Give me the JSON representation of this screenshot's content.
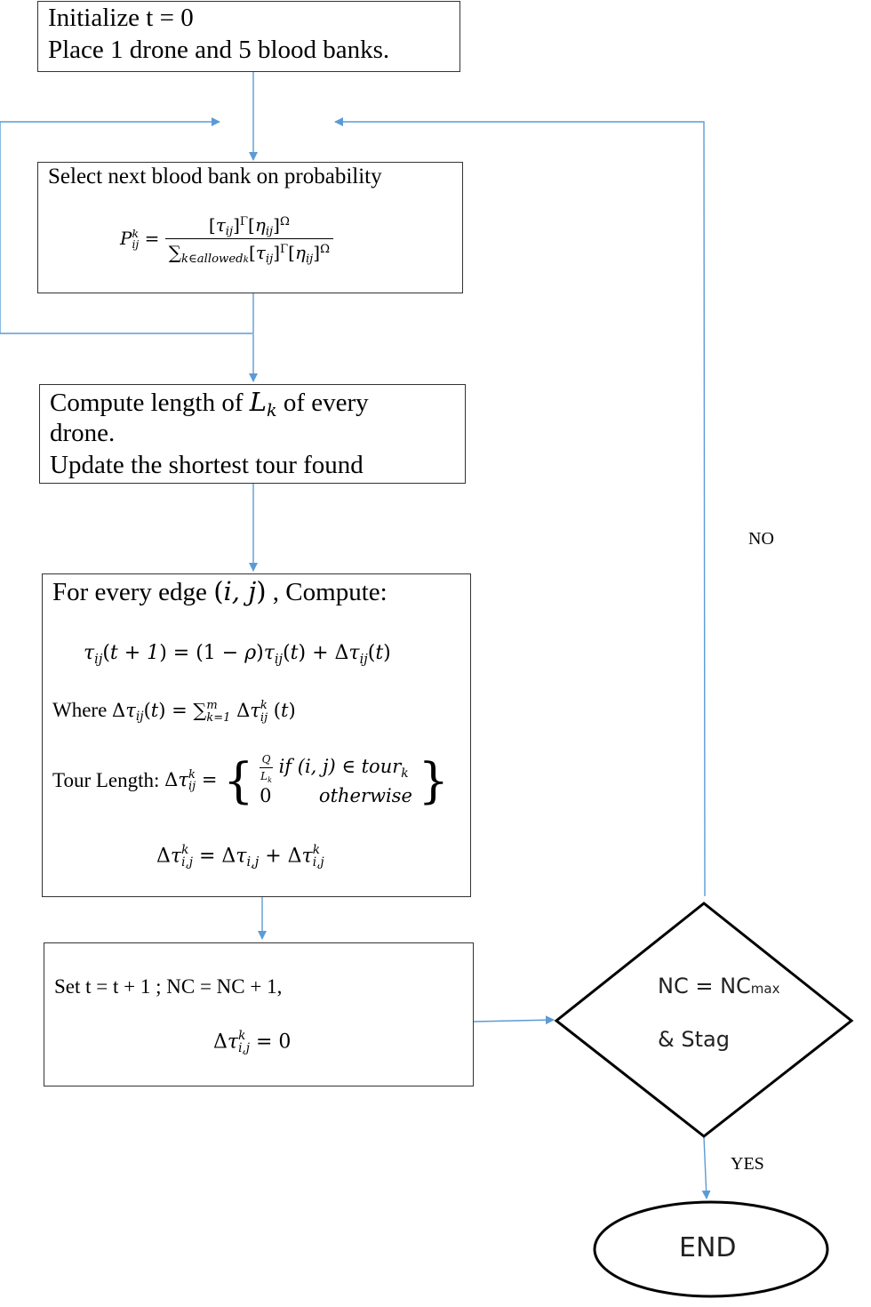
{
  "nodes": {
    "init": {
      "line1": "Initialize t = 0",
      "line2": "Place 1 drone and 5 blood banks."
    },
    "select": {
      "title": "Select next blood bank on probability"
    },
    "compute_length": {
      "line1_pre": "Compute length of ",
      "line1_post": " of every",
      "line2": "drone.",
      "line3": "Update the shortest tour found"
    },
    "update": {
      "title_pre": "For every edge ",
      "title_post": " , Compute:",
      "where_label": "Where",
      "tour_label": "Tour Length:",
      "case1_cond": "if (i, j) ∈ tour",
      "case2_cond": "otherwise"
    },
    "set": {
      "text": "Set t = t + 1 ; NC = NC + 1,"
    },
    "decision": {
      "line1": "NC = NC",
      "line1_sub": "max",
      "line2": "& Stag"
    },
    "end": {
      "label": "END"
    }
  },
  "edges": {
    "no_label": "NO",
    "yes_label": "YES"
  },
  "colors": {
    "arrow": "#5b9bd5",
    "border": "#333333"
  }
}
